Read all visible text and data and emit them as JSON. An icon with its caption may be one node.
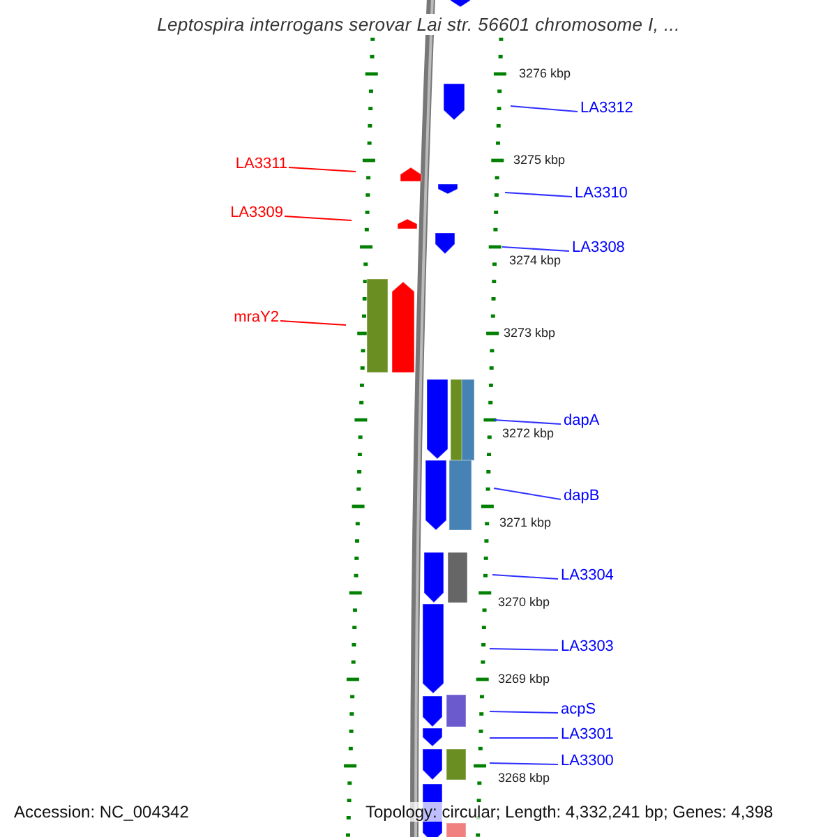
{
  "diagram": {
    "title": "Leptospira interrogans serovar Lai str. 56601 chromosome I, ...",
    "nodes": [
      {
        "text": [
          "LA3312"
        ]
      },
      {
        "text": [
          "LA3311"
        ]
      },
      {
        "text": [
          "LA3310"
        ]
      },
      {
        "text": [
          "LA3309"
        ]
      },
      {
        "text": [
          "LA3308"
        ]
      },
      {
        "text": [
          "mraY2"
        ]
      },
      {
        "text": [
          "dapA"
        ]
      },
      {
        "text": [
          "dapB"
        ]
      },
      {
        "text": [
          "LA3304"
        ]
      },
      {
        "text": [
          "LA3303"
        ]
      },
      {
        "text": [
          "acpS"
        ]
      },
      {
        "text": [
          "LA3301"
        ]
      },
      {
        "text": [
          "LA3300"
        ]
      }
    ],
    "edges": [
      {
        "from": 0,
        "to": null,
        "arrow": "none"
      },
      {
        "from": 1,
        "to": null,
        "arrow": "none",
        "color": "#ff0000"
      },
      {
        "from": 2,
        "to": null,
        "arrow": "none"
      },
      {
        "from": 3,
        "to": null,
        "arrow": "none",
        "color": "#ff0000"
      },
      {
        "from": 4,
        "to": null,
        "arrow": "none"
      },
      {
        "from": 5,
        "to": null,
        "arrow": "none",
        "color": "#ff0000"
      },
      {
        "from": 6,
        "to": null,
        "arrow": "none"
      },
      {
        "from": 7,
        "to": null,
        "arrow": "none"
      },
      {
        "from": 8,
        "to": null,
        "arrow": "none"
      },
      {
        "from": 9,
        "to": null,
        "arrow": "none"
      },
      {
        "from": 10,
        "to": null,
        "arrow": "none"
      },
      {
        "from": 11,
        "to": null,
        "arrow": "none"
      },
      {
        "from": 12,
        "to": null,
        "arrow": "none"
      }
    ],
    "labels": [
      "3276 kbp",
      "3275 kbp",
      "3274 kbp",
      "3273 kbp",
      "3272 kbp",
      "3271 kbp",
      "3270 kbp",
      "3269 kbp",
      "3268 kbp",
      "Accession: NC_004342",
      "Topology: circular; Length: 4,332,241 bp; Genes: 4,398"
    ]
  }
}
